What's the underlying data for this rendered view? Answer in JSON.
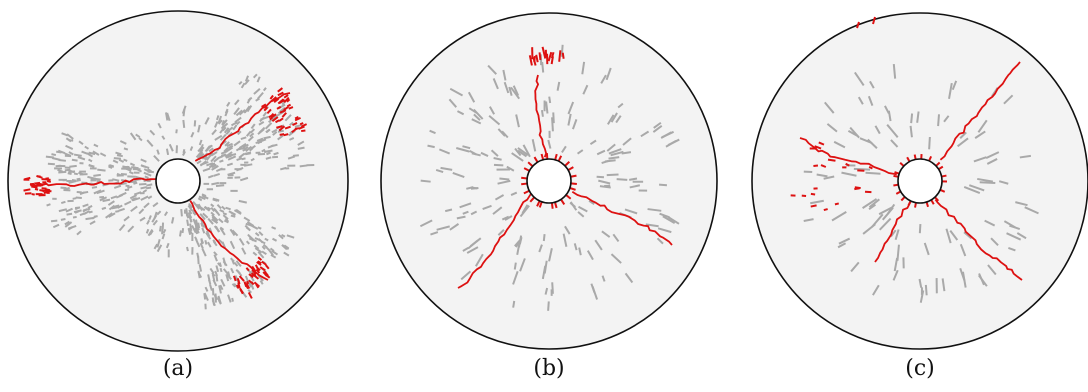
{
  "figure": {
    "colors": {
      "disk_fill": "#f3f3f3",
      "disk_stroke": "#111111",
      "hole_fill": "#ffffff",
      "main_crack": "#dd1111",
      "minor_crack": "#a9a9a9"
    },
    "panels": [
      {
        "caption": "(a)",
        "branches": 3
      },
      {
        "caption": "(b)",
        "branches": 3
      },
      {
        "caption": "(c)",
        "branches": 4
      }
    ]
  }
}
